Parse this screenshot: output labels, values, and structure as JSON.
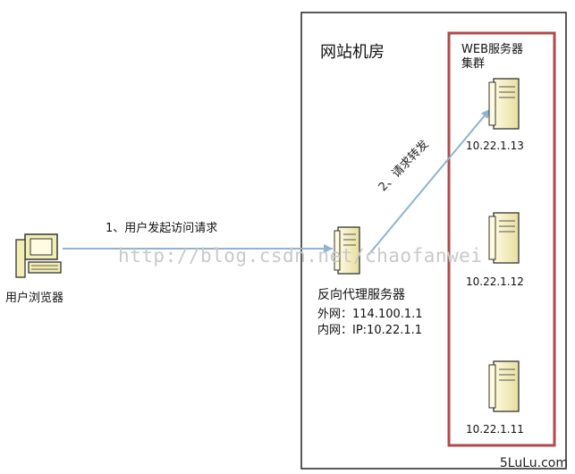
{
  "room": {
    "title": "网站机房"
  },
  "cluster": {
    "title_line1": "WEB服务器",
    "title_line2": "集群"
  },
  "servers": [
    {
      "ip": "10.22.1.13"
    },
    {
      "ip": "10.22.1.12"
    },
    {
      "ip": "10.22.1.11"
    }
  ],
  "proxy": {
    "title": "反向代理服务器",
    "outer_ip": "外网：114.100.1.1",
    "inner_ip": "内网：IP:10.22.1.1"
  },
  "client": {
    "label": "用户浏览器"
  },
  "arrows": {
    "request": "1、用户发起访问请求",
    "forward": "2、请求转发"
  },
  "watermark": "http://blog.csdn.net/chaofanwei",
  "site_mark": "5LuLu.com",
  "colors": {
    "arrow": "#8fb3d0",
    "cluster_border": "#b14a4a",
    "server_body": "#f4f0b8",
    "room_border": "#222222"
  }
}
